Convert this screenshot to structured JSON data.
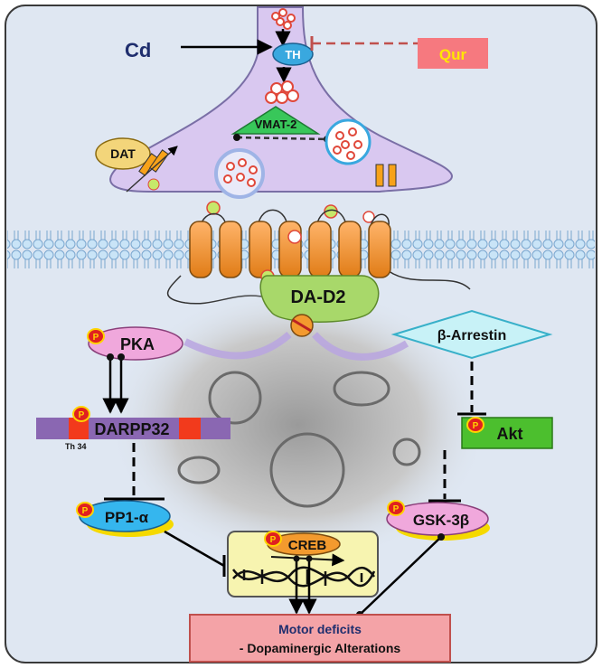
{
  "inputs": {
    "cd": "Cd",
    "qur": "Qur"
  },
  "enzymes": {
    "th": "TH",
    "vmat2": "VMAT-2",
    "dat": "DAT"
  },
  "receptor": {
    "name": "DA-D2"
  },
  "signaling": {
    "pka": "PKA",
    "darpp32": "DARPP32",
    "th34": "Th 34",
    "pp1a": "PP1-α",
    "barrestin": "β-Arrestin",
    "akt": "Akt",
    "gsk3b": "GSK-3β",
    "creb": "CREB",
    "phospho": "P"
  },
  "outcome": {
    "line1": "Motor deficits",
    "line2": "- Dopaminergic Alterations"
  },
  "colors": {
    "frame": "#dfe7f2",
    "neuron": "#d9c8f0",
    "receptor": "#f39a2e",
    "qur_box": "#f6797f",
    "qur_text": "#ffe600",
    "outcome_box": "#f4a3a7",
    "akt": "#4cbf2e",
    "arrestin": "#c8f2f7",
    "pka": "#f0a8dc",
    "pp1a": "#35b6ee",
    "creb_box": "#f7f4b0",
    "phospho": "#e02020"
  }
}
